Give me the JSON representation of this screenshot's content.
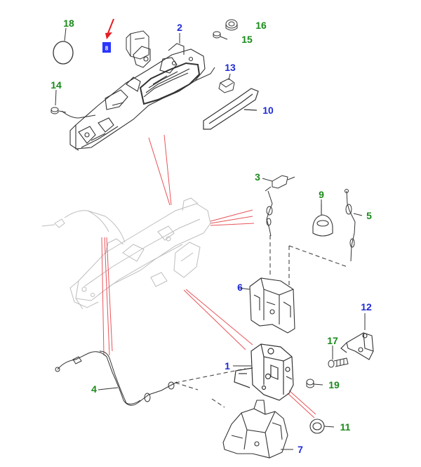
{
  "colors": {
    "callout_green": "#1a8a1a",
    "callout_blue": "#1f2bd6",
    "pointer_red": "#e31e24",
    "leader_red": "#e8545a",
    "line_dark": "#333333",
    "ghost_grey": "#bdbdbd",
    "highlight_box": "#2a35ff"
  },
  "callouts": [
    {
      "id": "c18",
      "label": "18",
      "color": "green"
    },
    {
      "id": "c2",
      "label": "2",
      "color": "blue"
    },
    {
      "id": "c16",
      "label": "16",
      "color": "green"
    },
    {
      "id": "c15",
      "label": "15",
      "color": "green"
    },
    {
      "id": "c13",
      "label": "13",
      "color": "blue"
    },
    {
      "id": "c14",
      "label": "14",
      "color": "green"
    },
    {
      "id": "c10",
      "label": "10",
      "color": "blue"
    },
    {
      "id": "c3",
      "label": "3",
      "color": "green"
    },
    {
      "id": "c9",
      "label": "9",
      "color": "green"
    },
    {
      "id": "c5",
      "label": "5",
      "color": "green"
    },
    {
      "id": "c6",
      "label": "6",
      "color": "blue"
    },
    {
      "id": "c12",
      "label": "12",
      "color": "blue"
    },
    {
      "id": "c17",
      "label": "17",
      "color": "green"
    },
    {
      "id": "c1",
      "label": "1",
      "color": "blue"
    },
    {
      "id": "c19",
      "label": "19",
      "color": "green"
    },
    {
      "id": "c4",
      "label": "4",
      "color": "green"
    },
    {
      "id": "c11",
      "label": "11",
      "color": "green"
    },
    {
      "id": "c7",
      "label": "7",
      "color": "blue"
    }
  ],
  "highlight_marker": {
    "label": "8"
  }
}
